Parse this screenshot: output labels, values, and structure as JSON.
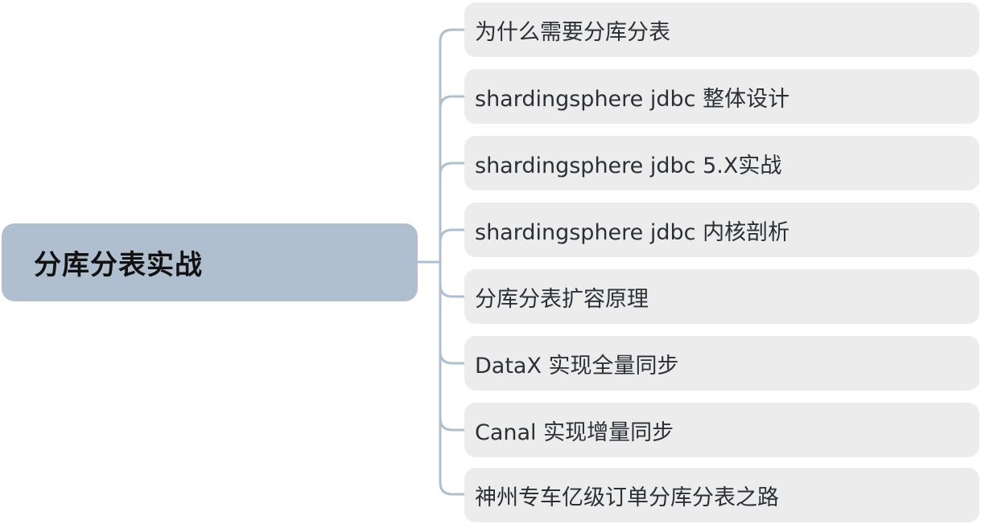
{
  "root": {
    "label": "分库分表实战"
  },
  "branches": [
    {
      "label": "为什么需要分库分表"
    },
    {
      "label": "shardingsphere jdbc 整体设计"
    },
    {
      "label": "shardingsphere jdbc 5.X实战"
    },
    {
      "label": "shardingsphere jdbc 内核剖析"
    },
    {
      "label": "分库分表扩容原理"
    },
    {
      "label": "DataX 实现全量同步"
    },
    {
      "label": "Canal 实现增量同步"
    },
    {
      "label": "神州专车亿级订单分库分表之路"
    }
  ],
  "colors": {
    "root_fill": "#b0bfd0",
    "branch_fill": "#ececec",
    "connector": "#b0bfd0"
  }
}
